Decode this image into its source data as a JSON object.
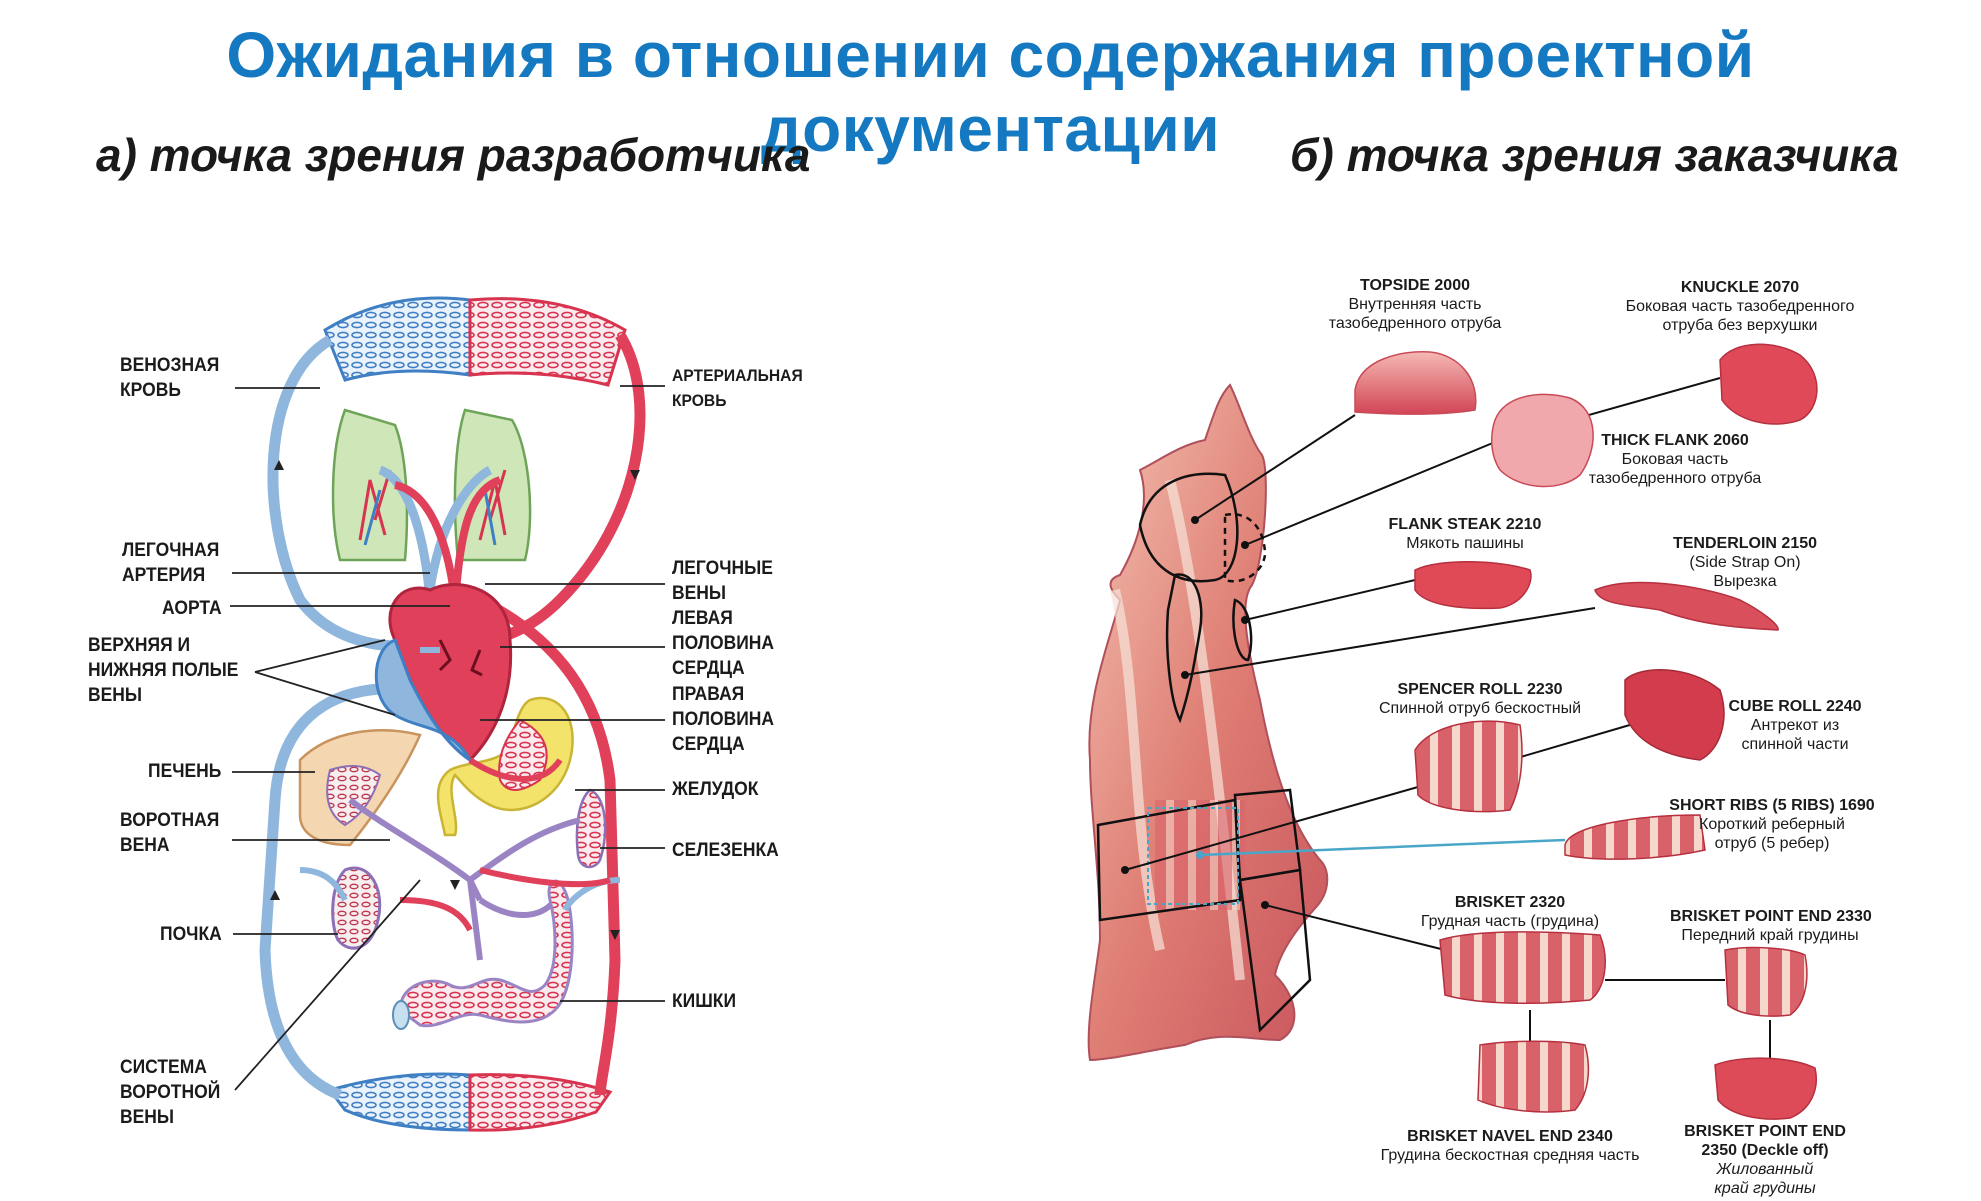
{
  "title": "Ожидания в отношении содержания проектной документации",
  "left": {
    "subtitle": "а) точка зрения разработчика",
    "labels": {
      "venous_blood": [
        "ВЕНОЗНАЯ",
        "КРОВЬ"
      ],
      "arterial_blood": [
        "АРТЕРИАЛЬНАЯ",
        "КРОВЬ"
      ],
      "pulmonary_artery": [
        "ЛЕГОЧНАЯ",
        "АРТЕРИЯ"
      ],
      "aorta": "АОРТА",
      "vena_cava": [
        "ВЕРХНЯЯ И",
        "НИЖНЯЯ ПОЛЫЕ",
        "ВЕНЫ"
      ],
      "pulmonary_veins": [
        "ЛЕГОЧНЫЕ",
        "ВЕНЫ"
      ],
      "left_heart": [
        "ЛЕВАЯ",
        "ПОЛОВИНА",
        "СЕРДЦА"
      ],
      "right_heart": [
        "ПРАВАЯ",
        "ПОЛОВИНА",
        "СЕРДЦА"
      ],
      "liver": "ПЕЧЕНЬ",
      "portal_vein": [
        "ВОРОТНАЯ",
        "ВЕНА"
      ],
      "stomach": "ЖЕЛУДОК",
      "spleen": "СЕЛЕЗЕНКА",
      "kidney": "ПОЧКА",
      "intestines": "КИШКИ",
      "portal_system": [
        "СИСТЕМА",
        "ВОРОТНОЙ",
        "ВЕНЫ"
      ]
    }
  },
  "right": {
    "subtitle": "б) точка зрения заказчика",
    "cuts": {
      "topside": {
        "code": "TOPSIDE 2000",
        "ru": [
          "Внутренняя часть",
          "тазобедренного отруба"
        ]
      },
      "knuckle": {
        "code": "KNUCKLE 2070",
        "ru": [
          "Боковая часть тазобедренного",
          "отруба без верхушки"
        ]
      },
      "thick_flank": {
        "code": "THICK FLANK 2060",
        "ru": [
          "Боковая часть",
          "тазобедренного отруба"
        ]
      },
      "flank_steak": {
        "code": "FLANK STEAK 2210",
        "ru": [
          "Мякоть пашины"
        ]
      },
      "tenderloin": {
        "code": "TENDERLOIN 2150",
        "ru": [
          "(Side Strap On)",
          "Вырезка"
        ]
      },
      "spencer_roll": {
        "code": "SPENCER ROLL 2230",
        "ru": [
          "Спинной отруб бескостный"
        ]
      },
      "cube_roll": {
        "code": "CUBE ROLL 2240",
        "ru": [
          "Антрекот из",
          "спинной части"
        ]
      },
      "short_ribs": {
        "code": "SHORT RIBS (5 RIBS) 1690",
        "ru": [
          "Короткий реберный",
          "отруб (5 ребер)"
        ]
      },
      "brisket": {
        "code": "BRISKET 2320",
        "ru": [
          "Грудная часть (грудина)"
        ]
      },
      "brisket_point_end": {
        "code": "BRISKET POINT END 2330",
        "ru": [
          "Передний край грудины"
        ]
      },
      "brisket_navel_end": {
        "code": "BRISKET NAVEL END 2340",
        "ru": [
          "Грудина бескостная средняя часть"
        ]
      },
      "brisket_point_end_2350": {
        "code": "BRISKET POINT END",
        "code2": "2350 (Deckle off)",
        "ru": [
          "Жилованный",
          "край грудины"
        ]
      }
    }
  },
  "colors": {
    "title_blue": "#1479c0",
    "vein_blue": "#8fb7dd",
    "artery_red": "#e0405a",
    "lung_green": "#cfe6b8",
    "stomach_yellow": "#f3e36a",
    "meat": "#d9626a",
    "fat": "#f1c7b8"
  }
}
